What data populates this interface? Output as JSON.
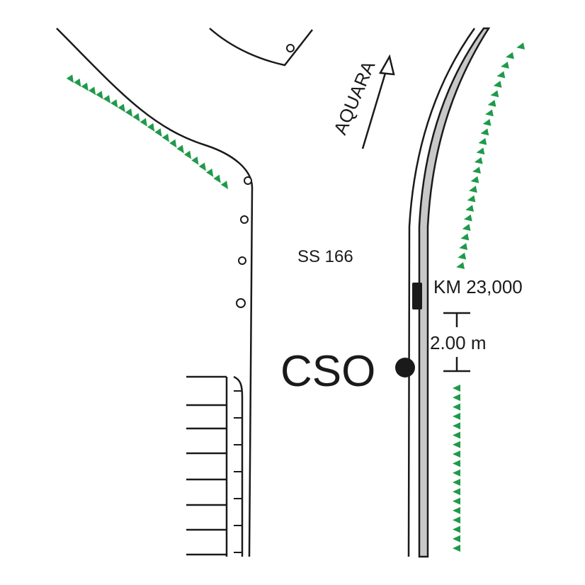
{
  "labels": {
    "direction": "AQUARA",
    "road": "SS 166",
    "kilometre": "KM 23,000",
    "distance": "2.00 m",
    "station": "CSO"
  },
  "colors": {
    "line": "#1a1a1a",
    "barrier_fill": "#c8c8c8",
    "embankment": "#1f9a4a",
    "background": "#ffffff"
  },
  "icons": {
    "embankment": "green-triangle-tick",
    "station": "black-dot",
    "marker": "black-rectangle",
    "post": "hollow-circle",
    "direction": "arrow"
  }
}
